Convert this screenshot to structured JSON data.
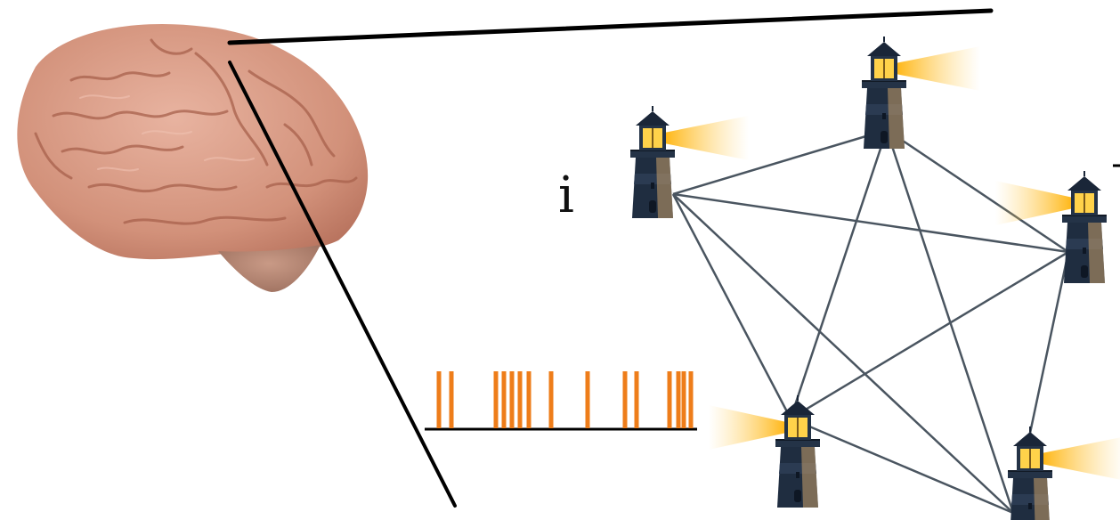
{
  "labels": {
    "node_label": "i"
  },
  "spike_train": {
    "spike_count": 15
  },
  "network": {
    "node_count": 5,
    "edge_count": 10,
    "fully_connected": true
  },
  "icons": {
    "brain": "brain-icon",
    "node": "lighthouse-icon",
    "beam": "light-beam-icon"
  },
  "colors": {
    "spike": "#ee7d1a",
    "edge": "#4a5560",
    "zoom_line": "#000000",
    "lighthouse_body": "#1f2d40",
    "lighthouse_light": "#ffcc33",
    "beam": "#ffb000",
    "brain": "#d89a84"
  }
}
